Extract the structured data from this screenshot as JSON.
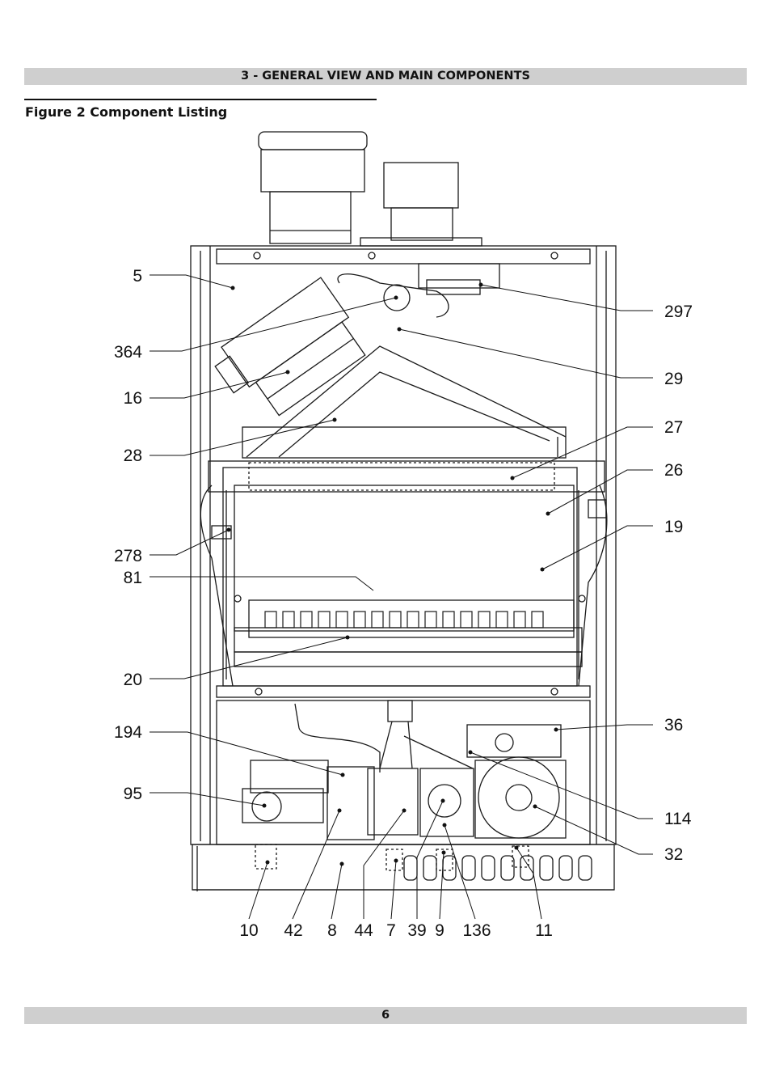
{
  "header": {
    "section_title": "3 - GENERAL VIEW AND MAIN COMPONENTS"
  },
  "figure": {
    "title": "Figure 2 Component Listing"
  },
  "callouts": {
    "c5": "5",
    "c364": "364",
    "c16": "16",
    "c28": "28",
    "c278": "278",
    "c81": "81",
    "c20": "20",
    "c194": "194",
    "c95": "95",
    "c297": "297",
    "c29": "29",
    "c27": "27",
    "c26": "26",
    "c19": "19",
    "c36": "36",
    "c114": "114",
    "c32": "32",
    "c10": "10",
    "c42": "42",
    "c8": "8",
    "c44": "44",
    "c7": "7",
    "c39": "39",
    "c9": "9",
    "c136": "136",
    "c11": "11"
  },
  "footer": {
    "page_number": "6"
  }
}
